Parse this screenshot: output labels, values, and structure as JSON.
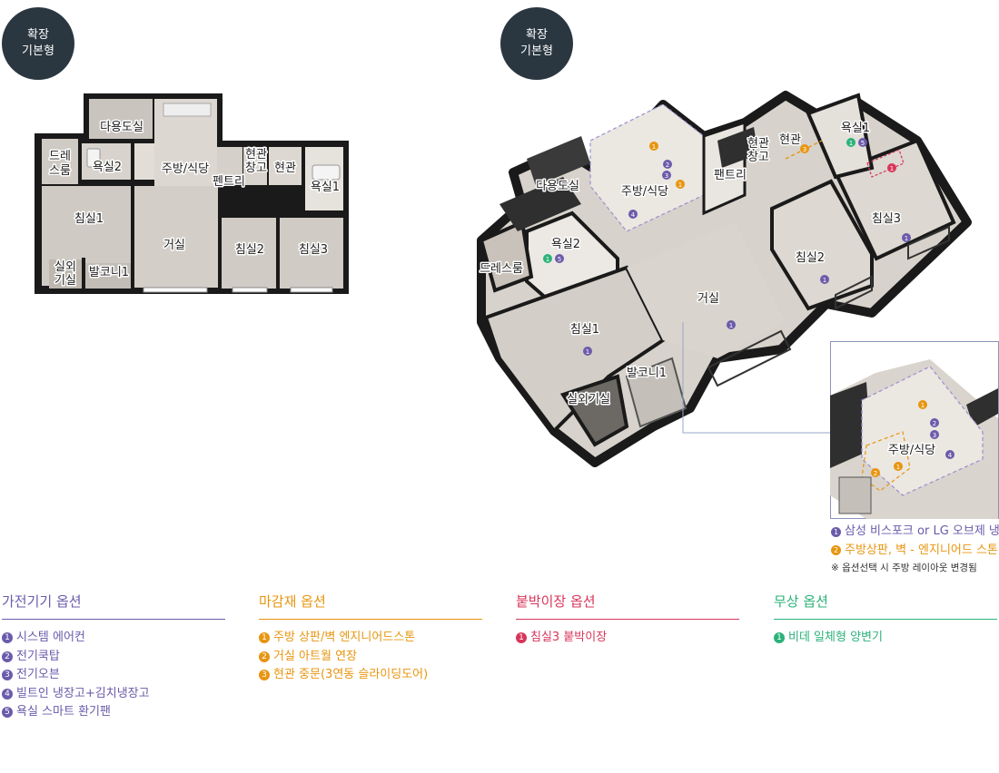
{
  "badges": {
    "left": {
      "line1": "확장",
      "line2": "기본형"
    },
    "right": {
      "line1": "확장",
      "line2": "기본형"
    }
  },
  "plan2d_labels": {
    "utility": "다용도실",
    "dress1": "드레",
    "dress2": "스룸",
    "bath2": "욕실2",
    "kitchen": "주방/식당",
    "entry_storage1": "현관",
    "entry_storage2": "창고",
    "entry": "현관",
    "pantry": "펜트리",
    "bath1": "욕실1",
    "bed1": "침실1",
    "living": "거실",
    "bed2": "침실2",
    "bed3": "침실3",
    "outdoor1": "실외",
    "outdoor2": "기실",
    "balcony": "발코니1"
  },
  "plan3d_labels": {
    "utility": "다용도실",
    "kitchen": "주방/식당",
    "pantry": "팬트리",
    "entry_storage1": "현관",
    "entry_storage2": "창고",
    "entry": "현관",
    "bath1": "욕실1",
    "bath2": "욕실2",
    "dressroom": "드레스룸",
    "bed1": "침실1",
    "living": "거실",
    "bed2": "침실2",
    "bed3": "침실3",
    "outdoor": "실외기실",
    "balcony": "발코니1"
  },
  "inset": {
    "kitchen": "주방/식당",
    "legend": [
      {
        "num": "1",
        "text": "삼성 비스포크 or LG 오브제 냉장고",
        "color": "#6b5bab"
      },
      {
        "num": "2",
        "text": "주방상판, 벽 - 엔지니어드 스톤",
        "color": "#e8950f"
      }
    ],
    "note": "※ 옵션선택 시 주방 레이아웃 변경됨"
  },
  "options": [
    {
      "title": "가전기기 옵션",
      "color": "#6b5bab",
      "items": [
        {
          "num": "1",
          "text": "시스템 에어컨"
        },
        {
          "num": "2",
          "text": "전기쿡탑"
        },
        {
          "num": "3",
          "text": "전기오븐"
        },
        {
          "num": "4",
          "text": "빌트인 냉장고+김치냉장고"
        },
        {
          "num": "5",
          "text": "욕실 스마트 환기팬"
        }
      ]
    },
    {
      "title": "마감재 옵션",
      "color": "#e8950f",
      "items": [
        {
          "num": "1",
          "text": "주방 상판/벽 엔지니어드스톤"
        },
        {
          "num": "2",
          "text": "거실 아트월 연장"
        },
        {
          "num": "3",
          "text": "현관 중문(3연동 슬라이딩도어)"
        }
      ]
    },
    {
      "title": "붙박이장 옵션",
      "color": "#d8365a",
      "items": [
        {
          "num": "1",
          "text": "침실3 붙박이장"
        }
      ]
    },
    {
      "title": "무상 옵션",
      "color": "#2bb27a",
      "items": [
        {
          "num": "1",
          "text": "비데 일체형 양변기"
        }
      ]
    }
  ],
  "colors": {
    "purple": "#6b5bab",
    "orange": "#e8950f",
    "red": "#d8365a",
    "green": "#2bb27a",
    "badge": "#2b3740",
    "wall": "#1a1a1a",
    "floor": "#cfcac3"
  },
  "markers_3d": [
    {
      "color": "purple",
      "num": "1"
    },
    {
      "color": "purple",
      "num": "2"
    },
    {
      "color": "purple",
      "num": "3"
    },
    {
      "color": "purple",
      "num": "4"
    },
    {
      "color": "purple",
      "num": "5"
    },
    {
      "color": "orange",
      "num": "1"
    },
    {
      "color": "orange",
      "num": "3"
    },
    {
      "color": "red",
      "num": "1"
    },
    {
      "color": "green",
      "num": "1"
    }
  ]
}
